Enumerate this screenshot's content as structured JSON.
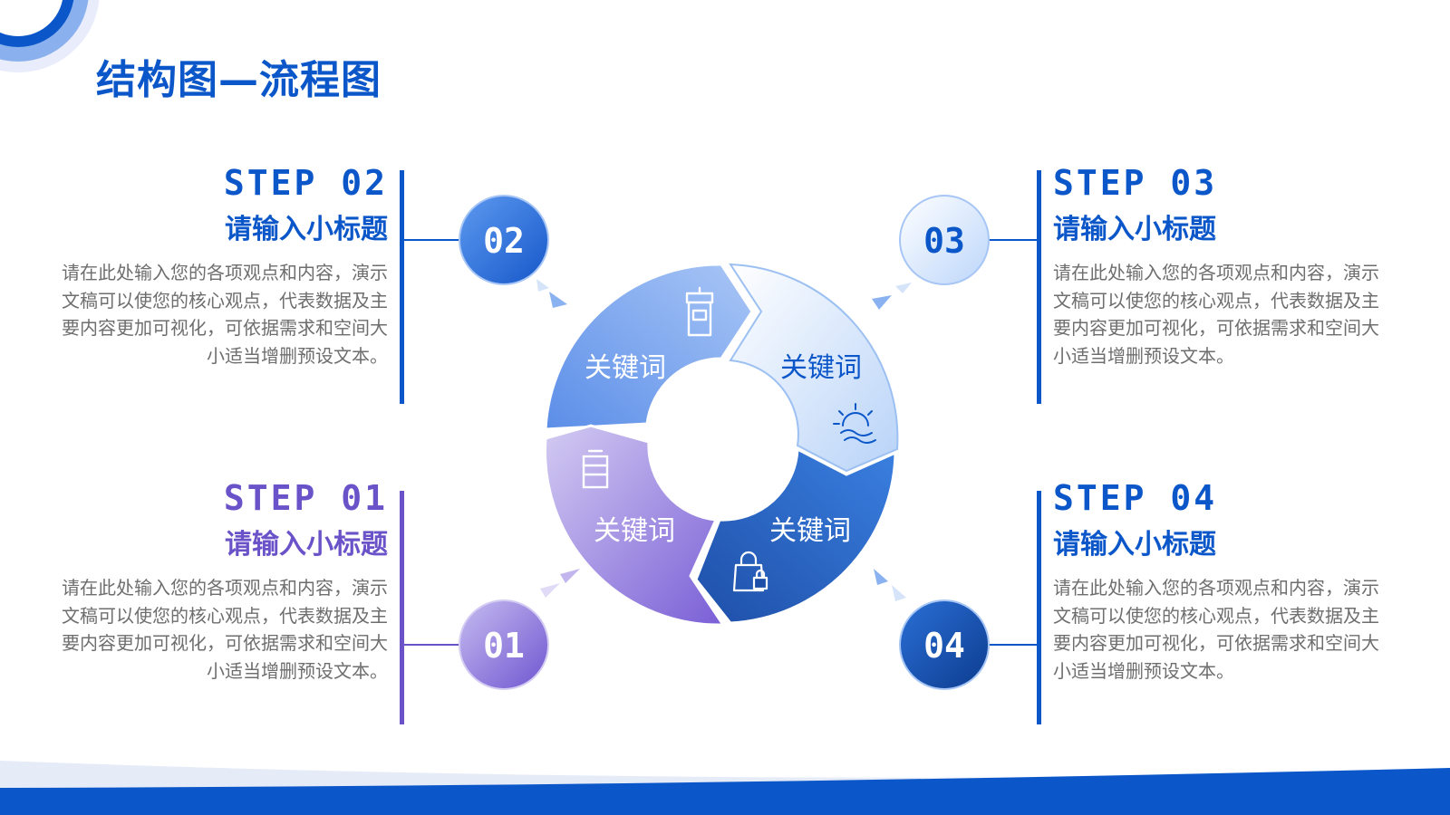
{
  "title": "结构图—流程图",
  "colors": {
    "blue": "#0b57c9",
    "purple": "#6a52c8",
    "desc": "#6e6e6e"
  },
  "steps": [
    {
      "label": "STEP 01",
      "num": "01",
      "subtitle": "请输入小标题",
      "desc": "请在此处输入您的各项观点和内容，演示文稿可以使您的核心观点，代表数据及主要内容更加可视化，可依据需求和空间大小适当增删预设文本。",
      "keyword": "关键词",
      "icon": "folder-stack-icon"
    },
    {
      "label": "STEP 02",
      "num": "02",
      "subtitle": "请输入小标题",
      "desc": "请在此处输入您的各项观点和内容，演示文稿可以使您的核心观点，代表数据及主要内容更加可视化，可依据需求和空间大小适当增删预设文本。",
      "keyword": "关键词",
      "icon": "cup-icon"
    },
    {
      "label": "STEP 03",
      "num": "03",
      "subtitle": "请输入小标题",
      "desc": "请在此处输入您的各项观点和内容，演示文稿可以使您的核心观点，代表数据及主要内容更加可视化，可依据需求和空间大小适当增删预设文本。",
      "keyword": "关键词",
      "icon": "sunrise-icon"
    },
    {
      "label": "STEP 04",
      "num": "04",
      "subtitle": "请输入小标题",
      "desc": "请在此处输入您的各项观点和内容，演示文稿可以使您的核心观点，代表数据及主要内容更加可视化，可依据需求和空间大小适当增删预设文本。",
      "keyword": "关键词",
      "icon": "shopping-bag-lock-icon"
    }
  ]
}
